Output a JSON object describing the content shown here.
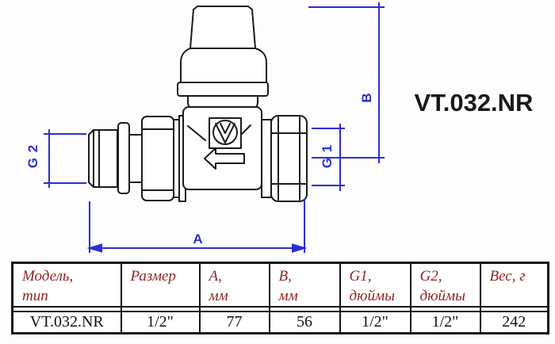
{
  "product": {
    "code": "VT.032.NR"
  },
  "drawing": {
    "dim_labels": {
      "a": "A",
      "b": "B",
      "g1": "G 1",
      "g2": "G 2"
    },
    "icons": {
      "logo": "valtec-v-logo",
      "arrow": "flow-direction-arrow"
    },
    "colors": {
      "dimension_blue": "#2b2fd4",
      "outline_black": "#1b1b1b"
    }
  },
  "table": {
    "header_color": "#8e2424",
    "columns": [
      {
        "l1": "Модель,",
        "l2": "тип"
      },
      {
        "l1": "Размер",
        "l2": ""
      },
      {
        "l1": "A,",
        "l2": "мм"
      },
      {
        "l1": "B,",
        "l2": "мм"
      },
      {
        "l1": "G1,",
        "l2": "дюймы"
      },
      {
        "l1": "G2,",
        "l2": "дюймы"
      },
      {
        "l1": "Вес, г",
        "l2": ""
      }
    ],
    "row": [
      "VT.032.NR",
      "1/2\"",
      "77",
      "56",
      "1/2\"",
      "1/2\"",
      "242"
    ]
  }
}
